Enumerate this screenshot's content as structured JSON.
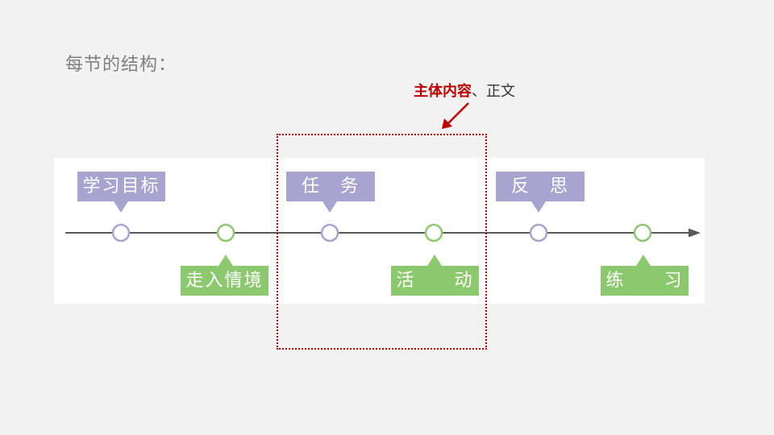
{
  "title": "每节的结构：",
  "annotation": {
    "strong": "主体内容",
    "rest": "、正文"
  },
  "colors": {
    "purple": "#a9a4cf",
    "green": "#8cc96e",
    "highlight": "#c00000",
    "axis": "#595959"
  },
  "stages": [
    {
      "label": "学习目标",
      "color": "purple",
      "position": "above"
    },
    {
      "label": "走入情境",
      "color": "green",
      "position": "below"
    },
    {
      "label": "任　务",
      "color": "purple",
      "position": "above"
    },
    {
      "label": "活　　动",
      "color": "green",
      "position": "below"
    },
    {
      "label": "反　思",
      "color": "purple",
      "position": "above"
    },
    {
      "label": "练　　习",
      "color": "green",
      "position": "below"
    }
  ]
}
